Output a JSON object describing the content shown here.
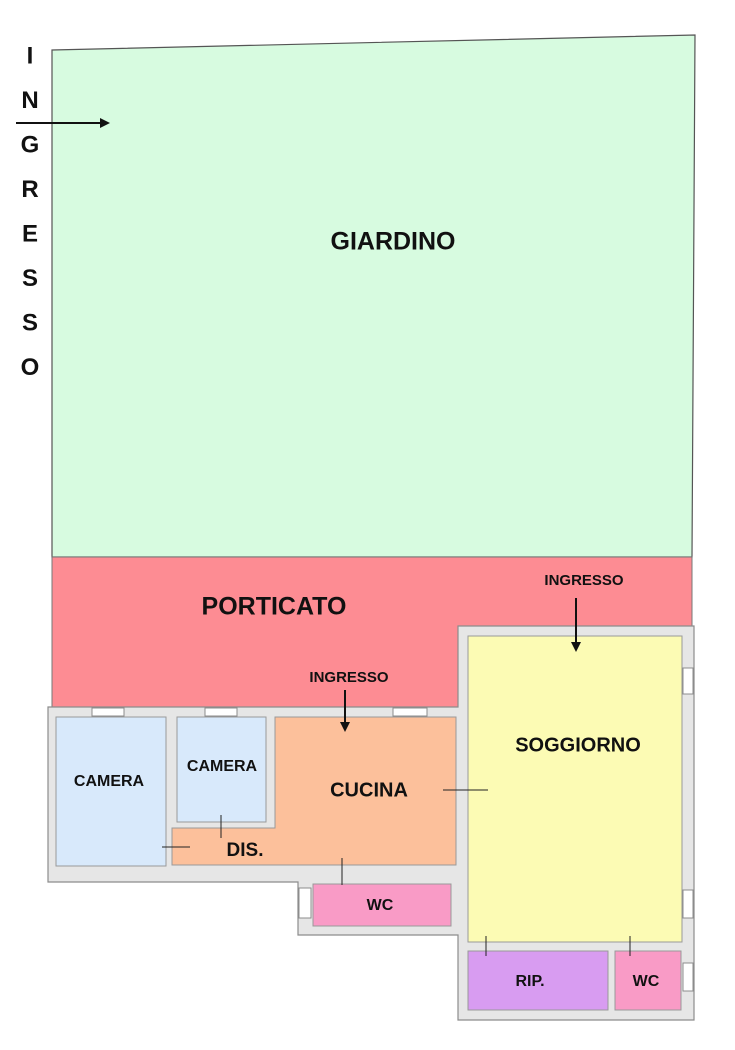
{
  "entrance_vertical_letters": [
    "I",
    "N",
    "G",
    "R",
    "E",
    "S",
    "S",
    "O"
  ],
  "rooms": {
    "giardino": {
      "label": "GIARDINO",
      "color": "#d7fbe0"
    },
    "porticato": {
      "label": "PORTICATO",
      "color": "#fd8c93"
    },
    "soggiorno": {
      "label": "SOGGIORNO",
      "color": "#fcfbb4"
    },
    "cucina": {
      "label": "CUCINA",
      "color": "#fcc09b"
    },
    "dis": {
      "label": "DIS.",
      "color": "#fcc09b"
    },
    "camera_1": {
      "label": "CAMERA",
      "color": "#d8e9fb"
    },
    "camera_2": {
      "label": "CAMERA",
      "color": "#d8e9fb"
    },
    "wc_1": {
      "label": "WC",
      "color": "#f99bc6"
    },
    "wc_2": {
      "label": "WC",
      "color": "#f99bc6"
    },
    "rip": {
      "label": "RIP.",
      "color": "#d89cf1"
    }
  },
  "entrances": {
    "porticato_to_soggiorno": "INGRESSO",
    "porticato_to_cucina": "INGRESSO"
  },
  "colors": {
    "wall": "#e6e6e6",
    "wall_line": "#8c8c8c",
    "text": "#111111",
    "arrow": "#111111"
  }
}
